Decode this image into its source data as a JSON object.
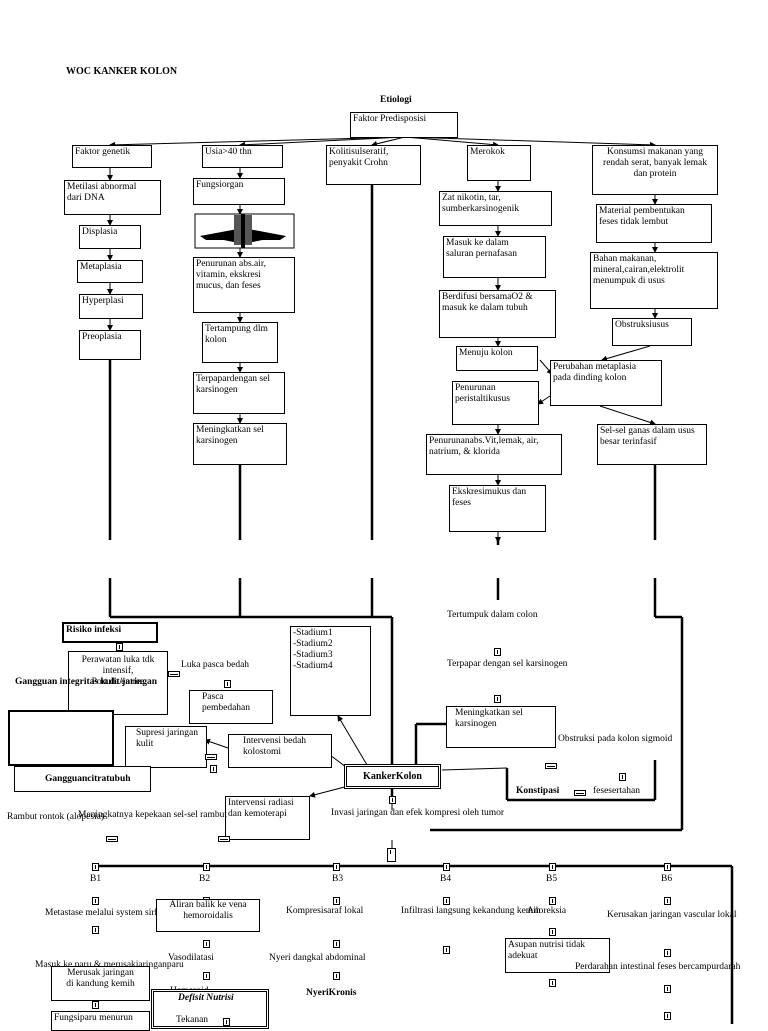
{
  "title": "WOC KANKER KOLON",
  "etiologi": "Etiologi",
  "faktor": "Faktor Predisposisi",
  "col1": [
    "Faktor genetik",
    "Metilasi abnormal\ndari DNA",
    "Displasia",
    "Metaplasia",
    "Hyperplasi",
    "Preoplasia"
  ],
  "col2": [
    "Usia>40 thn",
    "Fungsiorgan",
    "Penurunan abs.air,\nvitamin, ekskresi\nmucus, dan feses",
    "Tertampung dlm\nkolon",
    "Terpapardengan sel\nkarsinogen",
    "Meningkatkan sel\nkarsinogen"
  ],
  "col3": [
    "Kolitisulseratif,\npenyakit Crohn"
  ],
  "col4": [
    "Merokok",
    "Zat nikotin, tar,\nsumberkarsinogenik",
    "Masuk ke dalam\nsaluran pernafasan",
    "Berdifusi bersamaO2 &\nmasuk ke dalam tubuh",
    "Menuju kolon",
    "Penurunan\nperistaltikusus",
    "Penurunanabs.Vit,lemak, air,\nnatrium, & klorida",
    "Ekskresimukus dan\nfeses"
  ],
  "col5": [
    "Konsumsi makanan yang\nrendah serat, banyak lemak\ndan protein",
    "Material pembentukan\nfeses tidak lembut",
    "Bahan makanan,\nmineral,cairan,elektrolit\nmenumpuk di usus",
    "Obstruksiusus",
    "Perubahan metaplasia\npada dinding kolon",
    "Sel-sel ganas dalam usus\nbesar terinfasif"
  ],
  "mid": {
    "tertumpuk": "Tertumpuk dalam colon",
    "terpapar": "Terpapar dengan sel karsinogen",
    "meningkat": "Meningkatkan sel karsinogen",
    "obstruksi": "Obstruksi pada kolon sigmoid",
    "kanker": "KankerKolon",
    "konstipasi": "Konstipasi",
    "fesesertahan": "fesesertahan",
    "invasi": "Invasi jaringan dan efek kompresi oleh tumor",
    "stadium": "-Stadium1\n-Stadium2\n-Stadium3\n-Stadium4",
    "intervensi_bedah": "Intervensi bedah kolostomi",
    "intervensi_radiasi": "Intervensi radiasi dan kemoterapi",
    "supresi": "Supresi jaringan kulit",
    "pasca": "Pasca pembedahan",
    "luka": "Luka pasca bedah",
    "risiko": "Risiko infeksi",
    "perawatan": "Perawatan luka tdk intensif,\nPort de entree",
    "gangguan_integritas": "Gangguan integritas kulit/jaringan",
    "gangguan_citra": "Gangguancitratubuh",
    "rambut": "Rambut rontok (alopesia)",
    "meningkatnya": "Meningkatnya kepekaan sel-sel rambut"
  },
  "bottom": {
    "b": [
      "B1",
      "B2",
      "B3",
      "B4",
      "B5",
      "B6"
    ],
    "metastase": "Metastase melalui system sirkulasi",
    "aliran": "Aliran balik ke vena hemoroidalis",
    "kompresi": "Kompresisaraf lokal",
    "infiltrasi": "Infiltrasi langsung kekandung kemih",
    "anoreksia": "Anoreksia",
    "kerusakan": "Kerusakan jaringan vascular lokal",
    "vasodilatasi": "Vasodilatasi",
    "nyeri_dangkal": "Nyeri dangkal abdominal",
    "asupan": "Asupan nutrisi tidak adekuat",
    "perdarahan": "Perdarahan intestinal feses bercampurdarah",
    "masuk_paru": "Masuk ke paru & merusakjaringanparu",
    "merusak": "Merusak jaringan\ndi kandung kemih",
    "hemoroid": "Hemoroid",
    "defisit": "Defisit Nutrisi",
    "nyeri_kronis": "NyeriKronis",
    "fungsiparu": "Fungsiparu menurun",
    "tekanan": "Tekanan"
  }
}
